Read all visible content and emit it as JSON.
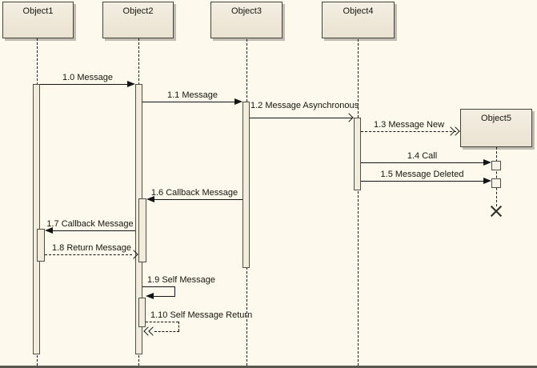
{
  "diagram": {
    "type": "uml-sequence",
    "objects": [
      {
        "id": "object1",
        "label": "Object1"
      },
      {
        "id": "object2",
        "label": "Object2"
      },
      {
        "id": "object3",
        "label": "Object3"
      },
      {
        "id": "object4",
        "label": "Object4"
      },
      {
        "id": "object5",
        "label": "Object5"
      }
    ],
    "messages": [
      {
        "label": "1.0 Message",
        "from": "Object1",
        "to": "Object2",
        "line": "solid",
        "head": "filled"
      },
      {
        "label": "1.1 Message",
        "from": "Object2",
        "to": "Object3",
        "line": "solid",
        "head": "filled"
      },
      {
        "label": "1.2 Message Asynchronous",
        "from": "Object3",
        "to": "Object4",
        "line": "solid",
        "head": "open"
      },
      {
        "label": "1.3 Message New",
        "from": "Object4",
        "to": "Object5",
        "line": "dashed",
        "head": "open-double"
      },
      {
        "label": "1.4 Call",
        "from": "Object4",
        "to": "Object5",
        "line": "solid",
        "head": "filled"
      },
      {
        "label": "1.5 Message Deleted",
        "from": "Object4",
        "to": "Object5",
        "line": "solid",
        "head": "filled"
      },
      {
        "label": "1.6 Callback Message",
        "from": "Object3",
        "to": "Object2",
        "line": "solid",
        "head": "filled"
      },
      {
        "label": "1.7 Callback Message",
        "from": "Object2",
        "to": "Object1",
        "line": "solid",
        "head": "filled"
      },
      {
        "label": "1.8 Return Message",
        "from": "Object1",
        "to": "Object2",
        "line": "dashed",
        "head": "open"
      },
      {
        "label": "1.9 Self Message",
        "from": "Object2",
        "to": "Object2",
        "line": "solid",
        "head": "filled"
      },
      {
        "label": "1.10 Self Message Return",
        "from": "Object2",
        "to": "Object2",
        "line": "dashed",
        "head": "open-double"
      }
    ],
    "colors": {
      "background": "#fdf9ec",
      "box_fill": "#efe8da",
      "box_border": "#45443c",
      "box_shadow": "#c0bcb1",
      "line": "#141414",
      "bottom_edge": "#5a584f"
    }
  }
}
